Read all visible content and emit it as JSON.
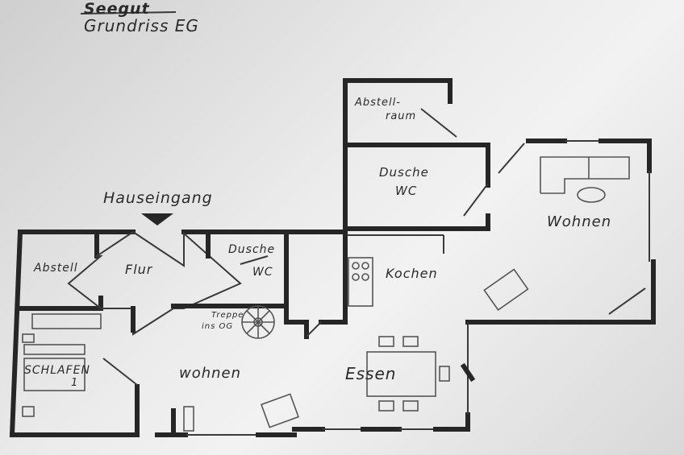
{
  "header": {
    "title": "Seegut",
    "subtitle": "Grundriss EG"
  },
  "entrance": {
    "label": "Hauseingang"
  },
  "rooms": {
    "abstellraum_line1": "Abstell-",
    "abstellraum_line2": "raum",
    "dusche_top_line1": "Dusche",
    "dusche_top_line2": "WC",
    "wohnen_right": "Wohnen",
    "abstell_left": "Abstell",
    "flur": "Flur",
    "dusche_mid_line1": "Dusche",
    "dusche_mid_line2": "WC",
    "kochen": "Kochen",
    "treppe_line1": "Treppe",
    "treppe_line2": "ins OG",
    "schlafen": "SCHLAFEN",
    "schlafen_number": "1",
    "wohnen_bottom": "wohnen",
    "essen": "Essen"
  },
  "colors": {
    "ink": "#262626",
    "paper": "#ececec"
  }
}
